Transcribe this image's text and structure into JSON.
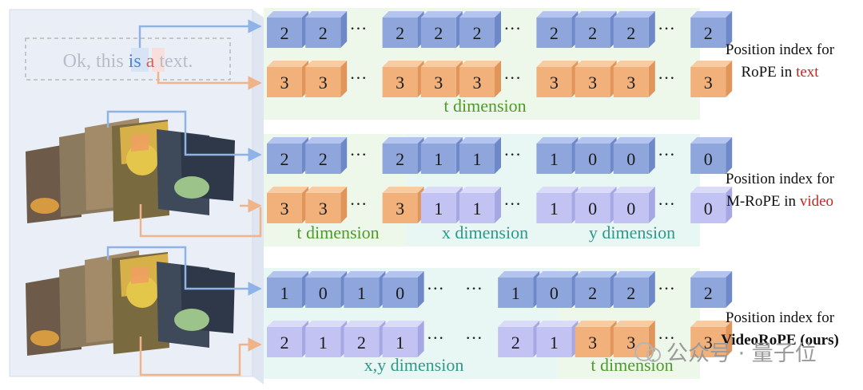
{
  "text_example": {
    "parts": [
      "Ok, this ",
      "is",
      " ",
      "a",
      " text."
    ]
  },
  "sections": [
    {
      "id": "text",
      "rows": [
        {
          "color": "blue",
          "cells": [
            "2",
            "2",
            "···",
            "2",
            "2",
            "2",
            "···",
            "2",
            "2",
            "2",
            "···",
            "2"
          ]
        },
        {
          "color": "orange",
          "cells": [
            "3",
            "3",
            "···",
            "3",
            "3",
            "3",
            "···",
            "3",
            "3",
            "3",
            "···",
            "3"
          ]
        }
      ],
      "dims": [
        {
          "label": "t dimension",
          "color": "green"
        }
      ],
      "label": [
        [
          {
            "text": "Position index for",
            "style": "normal"
          }
        ],
        [
          {
            "text": "RoPE in ",
            "style": "normal"
          },
          {
            "text": "text",
            "style": "red"
          }
        ]
      ]
    },
    {
      "id": "mrope",
      "rows": [
        {
          "color": "blue",
          "cells": [
            "2",
            "2",
            "···",
            "2",
            "1",
            "1",
            "···",
            "1",
            "0",
            "0",
            "···",
            "0"
          ]
        },
        {
          "cells": [
            "3",
            "3",
            "···",
            "3",
            "1",
            "1",
            "···",
            "1",
            "0",
            "0",
            "···",
            "0"
          ],
          "colors": [
            "orange",
            "orange",
            "orange",
            "orange",
            "lav",
            "lav",
            "lav",
            "lav",
            "lav",
            "lav",
            "lav",
            "lav"
          ]
        }
      ],
      "dims": [
        {
          "label": "t dimension",
          "color": "green"
        },
        {
          "label": "x dimension",
          "color": "teal"
        },
        {
          "label": "y dimension",
          "color": "teal"
        }
      ],
      "label": [
        [
          {
            "text": "Position index for",
            "style": "normal"
          }
        ],
        [
          {
            "text": "M-RoPE in ",
            "style": "normal"
          },
          {
            "text": "video",
            "style": "red"
          }
        ]
      ]
    },
    {
      "id": "videorope",
      "rows": [
        {
          "color": "blue",
          "cells": [
            "1",
            "0",
            "1",
            "0",
            "···",
            "···",
            "1",
            "0",
            "2",
            "2",
            "···",
            "2"
          ]
        },
        {
          "cells": [
            "2",
            "1",
            "2",
            "1",
            "···",
            "···",
            "2",
            "1",
            "3",
            "3",
            "···",
            "3"
          ],
          "colors": [
            "lav",
            "lav",
            "lav",
            "lav",
            "lav",
            "lav",
            "lav",
            "lav",
            "orange",
            "orange",
            "orange",
            "orange"
          ]
        }
      ],
      "dims": [
        {
          "label": "x,y dimension",
          "color": "teal"
        },
        {
          "label": "t dimension",
          "color": "green"
        }
      ],
      "label": [
        [
          {
            "text": "Position index for",
            "style": "normal"
          }
        ],
        [
          {
            "text": "VideoRoPE (ours)",
            "style": "bold"
          }
        ]
      ]
    }
  ],
  "watermark": "公众号 · 量子位",
  "colors": {
    "blue_front": "#8fa6dd",
    "blue_top": "#b3c5ee",
    "blue_side": "#6f88c8",
    "orange_front": "#f2b07a",
    "orange_top": "#f7ccA3",
    "orange_side": "#e0955a",
    "lav_front": "#c2c2f3",
    "lav_top": "#dadaf9",
    "lav_side": "#a7a7e4",
    "red": "#cc2222",
    "green_text": "#4c9a2a",
    "teal_text": "#2e9a8a",
    "arrow_blue": "#8fb3e6",
    "arrow_orange": "#f0b48a"
  }
}
